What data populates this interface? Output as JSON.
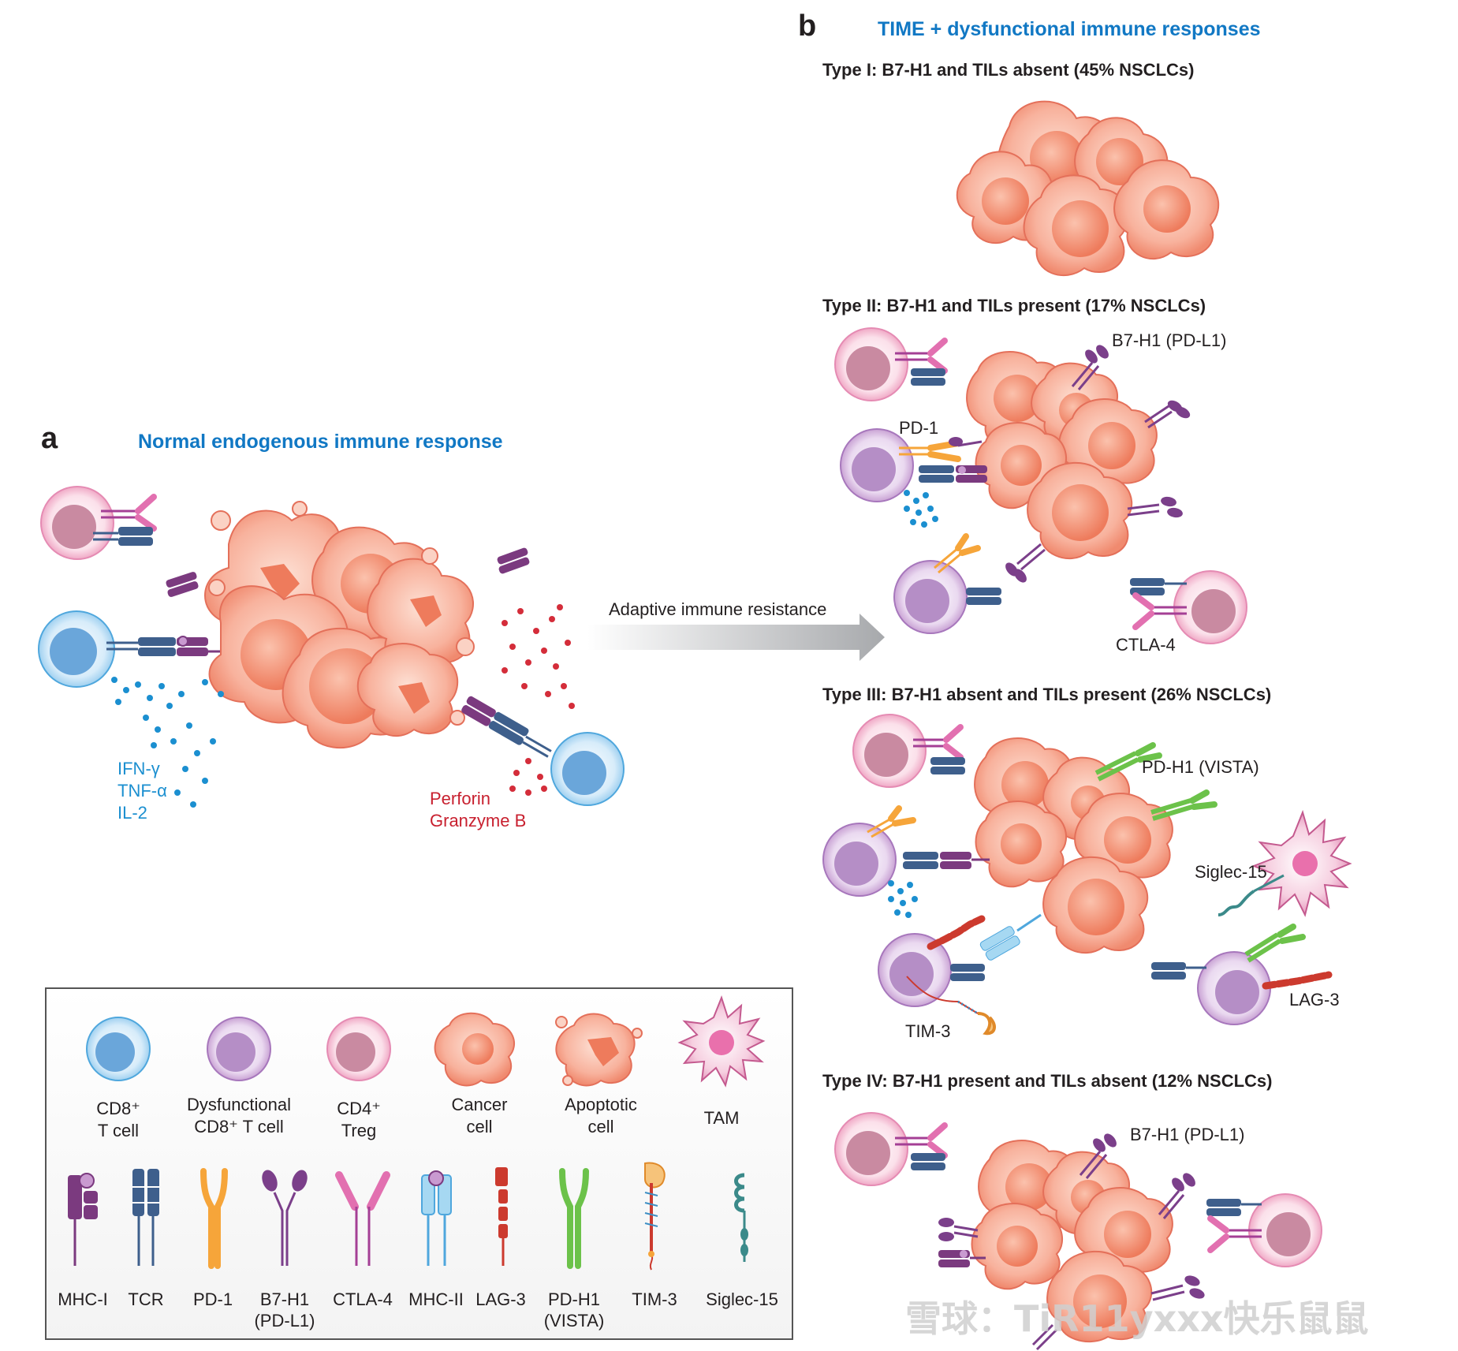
{
  "panel_a": {
    "letter": "a",
    "title": "Normal endogenous immune response",
    "cytokines": [
      "IFN-γ",
      "TNF-α",
      "IL-2"
    ],
    "cytotoxic": [
      "Perforin",
      "Granzyme B"
    ]
  },
  "arrow": {
    "label": "Adaptive immune resistance"
  },
  "panel_b": {
    "letter": "b",
    "title": "TIME + dysfunctional immune responses",
    "type1": {
      "title": "Type I: B7-H1 and TILs absent (45% NSCLCs)"
    },
    "type2": {
      "title": "Type II: B7-H1 and TILs present (17% NSCLCs)",
      "labels": {
        "b7h1": "B7-H1 (PD-L1)",
        "pd1": "PD-1",
        "ctla4": "CTLA-4"
      }
    },
    "type3": {
      "title": "Type III: B7-H1 absent and TILs present (26% NSCLCs)",
      "labels": {
        "vista": "PD-H1 (VISTA)",
        "siglec": "Siglec-15",
        "tim3": "TIM-3",
        "lag3": "LAG-3"
      }
    },
    "type4": {
      "title": "Type IV: B7-H1 present and TILs absent (12% NSCLCs)",
      "labels": {
        "b7h1": "B7-H1 (PD-L1)"
      }
    }
  },
  "legend": {
    "cells": [
      {
        "line1": "CD8⁺",
        "line2": "T cell"
      },
      {
        "line1": "Dysfunctional",
        "line2": "CD8⁺ T cell"
      },
      {
        "line1": "CD4⁺",
        "line2": "Treg"
      },
      {
        "line1": "Cancer",
        "line2": "cell"
      },
      {
        "line1": "Apoptotic",
        "line2": "cell"
      },
      {
        "line1": "TAM",
        "line2": ""
      }
    ],
    "molecules": [
      {
        "line1": "MHC-I",
        "line2": ""
      },
      {
        "line1": "TCR",
        "line2": ""
      },
      {
        "line1": "PD-1",
        "line2": ""
      },
      {
        "line1": "B7-H1",
        "line2": "(PD-L1)"
      },
      {
        "line1": "CTLA-4",
        "line2": ""
      },
      {
        "line1": "MHC-II",
        "line2": ""
      },
      {
        "line1": "LAG-3",
        "line2": ""
      },
      {
        "line1": "PD-H1",
        "line2": "(VISTA)"
      },
      {
        "line1": "TIM-3",
        "line2": ""
      },
      {
        "line1": "Siglec-15",
        "line2": ""
      }
    ]
  },
  "watermark": "雪球：TiR11yxxx快乐鼠鼠",
  "colors": {
    "cd8": "#8cc4ea",
    "dysfunctional": "#c9a2d4",
    "treg": "#f3b6cf",
    "cancer": "#f59a82",
    "mhc1": "#7b3a7f",
    "tcr": "#3e5f8c",
    "pd1": "#f6a53a",
    "b7h1": "#7b3f8a",
    "ctla4": "#e270b0",
    "mhc2": "#7fc3e8",
    "lag3": "#cc3a2e",
    "vista": "#6cc24a",
    "tim3": "#f6a53a",
    "siglec": "#3b8a8a",
    "title_blue": "#1178c4",
    "perforin_red": "#c8202f"
  }
}
